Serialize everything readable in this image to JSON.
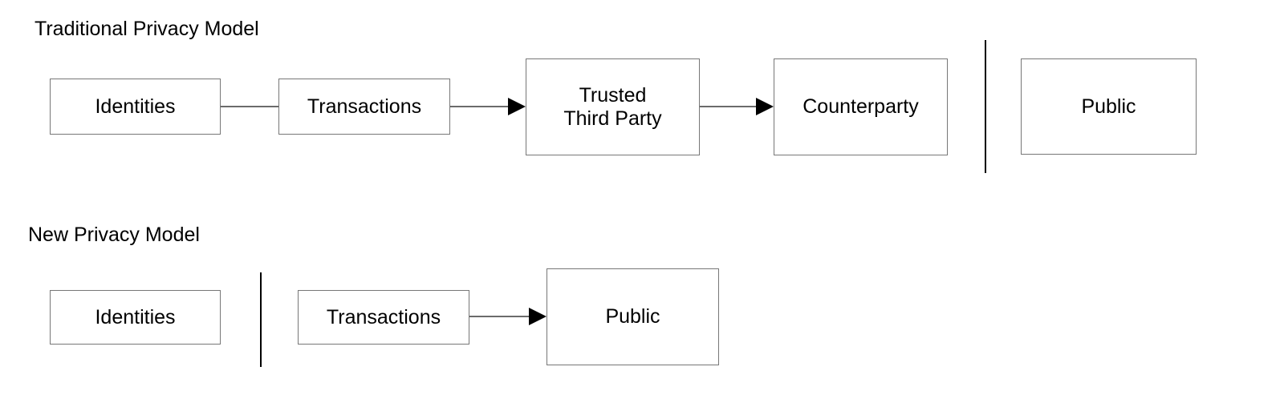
{
  "diagram": {
    "background": "#ffffff",
    "line_color": "#6b6b6b",
    "box_border_color": "#777777",
    "arrow_color": "#000000",
    "divider_color": "#000000",
    "text_color": "#000000"
  },
  "sections": [
    {
      "id": "traditional",
      "title": "Traditional Privacy Model",
      "nodes": [
        {
          "id": "identities-top",
          "label": "Identities"
        },
        {
          "id": "transactions-top",
          "label": "Transactions"
        },
        {
          "id": "trusted-third-party",
          "label": "Trusted\nThird Party"
        },
        {
          "id": "counterparty",
          "label": "Counterparty"
        },
        {
          "id": "public-top",
          "label": "Public"
        }
      ],
      "connectors": [
        {
          "from": "identities-top",
          "to": "transactions-top",
          "arrow": false
        },
        {
          "from": "transactions-top",
          "to": "trusted-third-party",
          "arrow": true
        },
        {
          "from": "trusted-third-party",
          "to": "counterparty",
          "arrow": true
        }
      ],
      "divider": {
        "label": "privacy-boundary",
        "between": [
          "counterparty",
          "public-top"
        ]
      }
    },
    {
      "id": "new",
      "title": "New Privacy Model",
      "nodes": [
        {
          "id": "identities-bottom",
          "label": "Identities"
        },
        {
          "id": "transactions-bottom",
          "label": "Transactions"
        },
        {
          "id": "public-bottom",
          "label": "Public"
        }
      ],
      "connectors": [
        {
          "from": "transactions-bottom",
          "to": "public-bottom",
          "arrow": true
        }
      ],
      "divider": {
        "label": "privacy-boundary",
        "between": [
          "identities-bottom",
          "transactions-bottom"
        ]
      }
    }
  ]
}
